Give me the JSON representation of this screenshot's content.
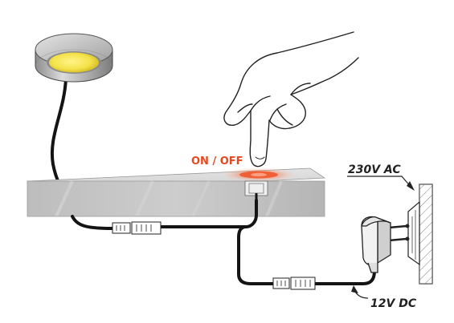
{
  "labels": {
    "switch": "ON / OFF",
    "mains": "230V AC",
    "output": "12V DC"
  },
  "colors": {
    "switch_label": "#e8471d",
    "touch_glow": "#f0562a",
    "lamp_lens": "#f4e24a",
    "shelf_fill": "#c9c9c9",
    "cable": "#141414",
    "wall_hatch": "#555555",
    "outline": "#222222"
  },
  "icons": [
    "puck-light-icon",
    "hand-icon",
    "touch-sensor-icon",
    "cable-connector-icon",
    "power-adapter-icon",
    "wall-socket-icon"
  ]
}
